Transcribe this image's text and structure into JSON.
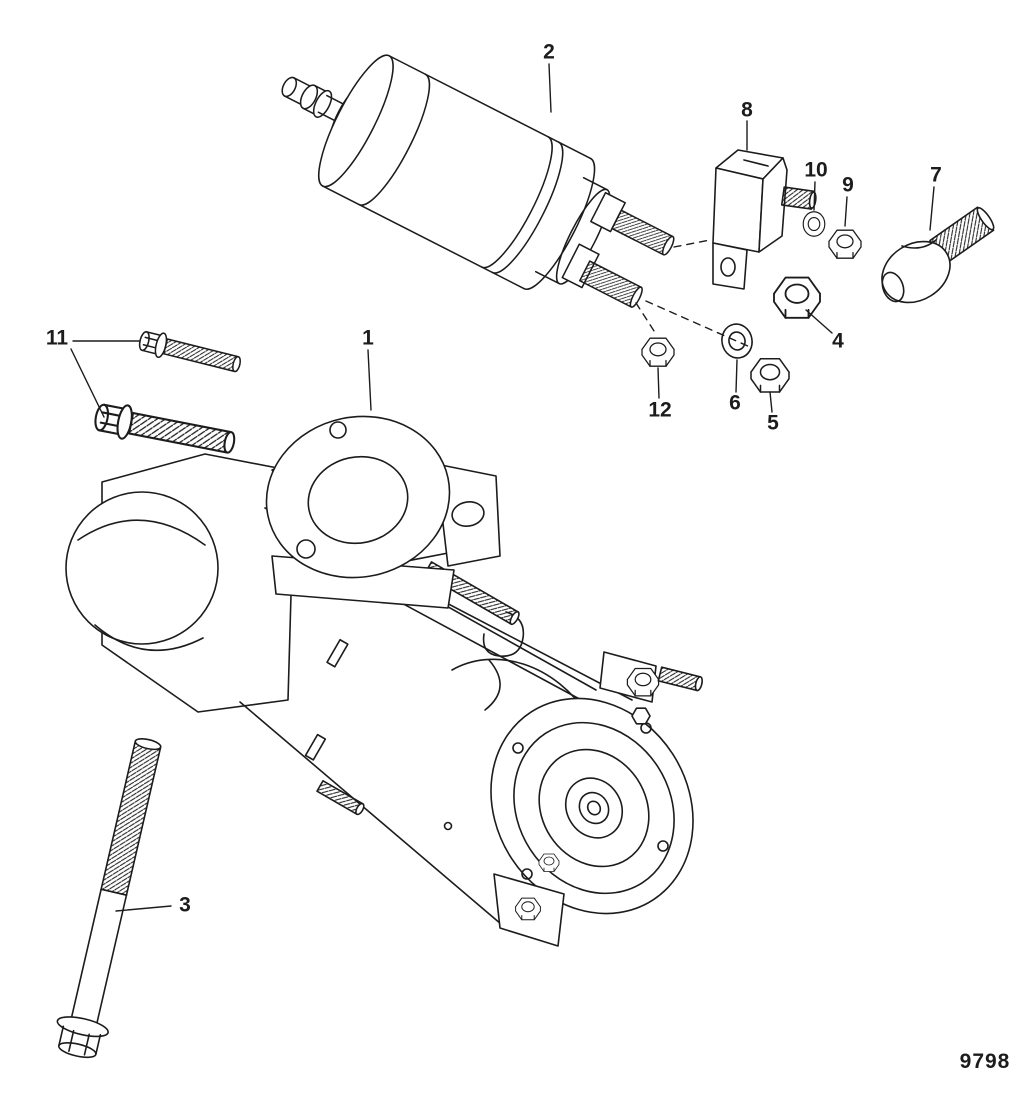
{
  "colors": {
    "ink": "#1c1c1c",
    "background": "#ffffff"
  },
  "figure": {
    "number": "9798"
  },
  "callouts": [
    {
      "label": "1"
    },
    {
      "label": "2"
    },
    {
      "label": "3"
    },
    {
      "label": "4"
    },
    {
      "label": "5"
    },
    {
      "label": "6"
    },
    {
      "label": "7"
    },
    {
      "label": "8"
    },
    {
      "label": "9"
    },
    {
      "label": "10"
    },
    {
      "label": "11"
    },
    {
      "label": "12"
    }
  ]
}
